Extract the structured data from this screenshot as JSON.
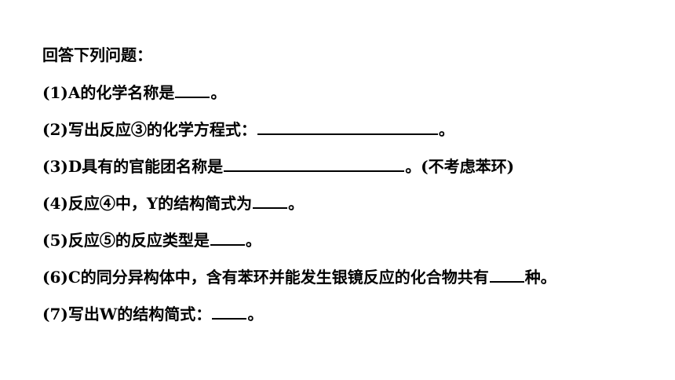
{
  "heading": "回答下列问题：",
  "questions": [
    {
      "before": "(1)A的化学名称是",
      "after": "。"
    },
    {
      "before": "(2)写出反应③的化学方程式：",
      "after": "。"
    },
    {
      "before": "(3)D具有的官能团名称是",
      "after": "。(不考虑苯环)"
    },
    {
      "before": "(4)反应④中，Y的结构简式为",
      "after": "。"
    },
    {
      "before": "(5)反应⑤的反应类型是",
      "after": "。"
    },
    {
      "before": "(6)C的同分异构体中，含有苯环并能发生银镜反应的化合物共有",
      "after": "种。"
    },
    {
      "before": "(7)写出W的结构简式：",
      "after": "。"
    }
  ]
}
